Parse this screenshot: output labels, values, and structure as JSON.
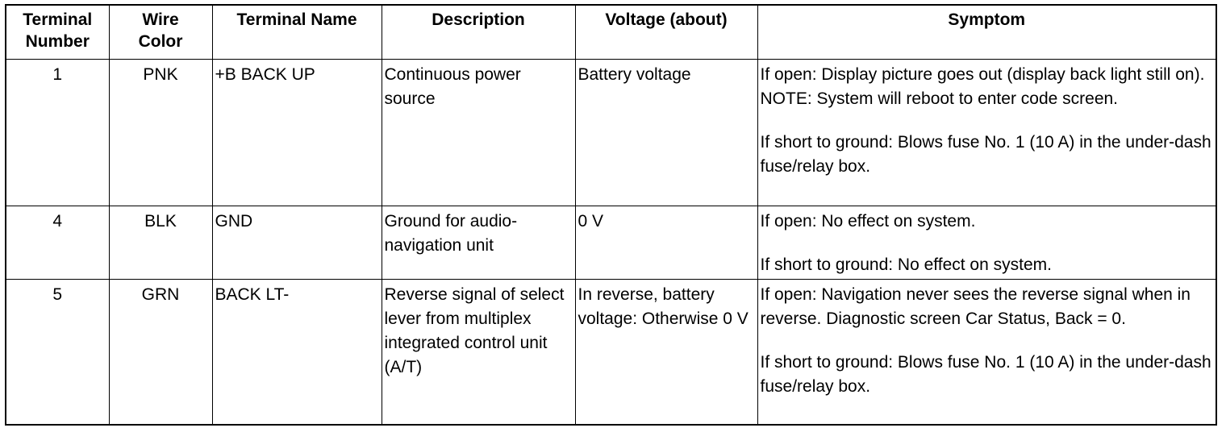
{
  "headers": {
    "terminal_number": [
      "Terminal",
      "Number"
    ],
    "wire_color": [
      "Wire",
      "Color"
    ],
    "terminal_name": "Terminal Name",
    "description": "Description",
    "voltage": "Voltage (about)",
    "symptom": "Symptom"
  },
  "rows": [
    {
      "terminal_number": "1",
      "wire_color": "PNK",
      "terminal_name": "+B BACK UP",
      "description": "Continuous power source",
      "voltage": "Battery voltage",
      "symptom_open": [
        "If open: Display picture goes out (display back light still on).",
        "NOTE: System will reboot to enter code screen."
      ],
      "symptom_short": "If short to ground: Blows fuse No. 1 (10 A)   in the under-dash fuse/relay box."
    },
    {
      "terminal_number": "4",
      "wire_color": "BLK",
      "terminal_name": "GND",
      "description": "Ground for audio-navigation unit",
      "voltage": "0 V",
      "symptom_open": [
        "If open: No effect on system."
      ],
      "symptom_short": "If short to ground: No effect on system."
    },
    {
      "terminal_number": "5",
      "wire_color": "GRN",
      "terminal_name": "BACK LT-",
      "description": "Reverse signal of select lever from multiplex integrated control unit (A/T)",
      "voltage": "In reverse, battery voltage: Otherwise 0 V",
      "symptom_open": [
        "If open: Navigation never sees the reverse signal when in reverse. Diagnostic screen Car Status, Back = 0."
      ],
      "symptom_short": "If short to ground: Blows fuse No. 1 (10 A)   in the under-dash fuse/relay box."
    }
  ]
}
